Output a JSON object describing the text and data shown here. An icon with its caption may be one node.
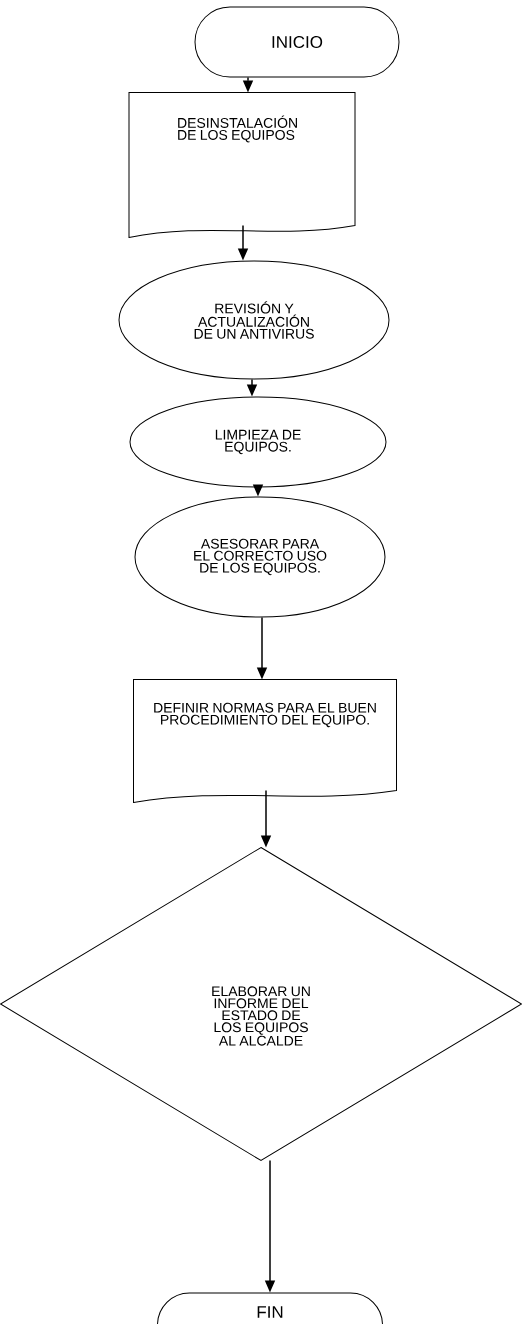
{
  "diagram": {
    "nodes": [
      {
        "text": [
          "INICIO"
        ]
      },
      {
        "text": [
          "DESINSTALACIÓN DE LOS EQUIPOS"
        ]
      },
      {
        "text": [
          "REVISIÓN Y ACTUALIZACIÓN DE UN ANTIVIRUS"
        ]
      },
      {
        "text": [
          "LIMPIEZA DE EQUIPOS."
        ]
      },
      {
        "text": [
          "ASESORAR PARA EL CORRECTO USO DE LOS EQUIPOS."
        ]
      },
      {
        "text": [
          "DEFINIR NORMAS PARA EL BUEN PROCEDIMIENTO DEL EQUIPO."
        ]
      },
      {
        "text": [
          "ELABORAR UN INFORME DEL ESTADO DE LOS EQUIPOS AL ALCALDE"
        ]
      },
      {
        "text": [
          "FIN"
        ]
      }
    ],
    "edges": [
      {
        "from": 0,
        "to": 1,
        "arrow": "to"
      },
      {
        "from": 1,
        "to": 2,
        "arrow": "to"
      },
      {
        "from": 2,
        "to": 3,
        "arrow": "to"
      },
      {
        "from": 3,
        "to": 4,
        "arrow": "to"
      },
      {
        "from": 4,
        "to": 5,
        "arrow": "to"
      },
      {
        "from": 5,
        "to": 6,
        "arrow": "to"
      },
      {
        "from": 6,
        "to": 7,
        "arrow": "to"
      }
    ]
  }
}
